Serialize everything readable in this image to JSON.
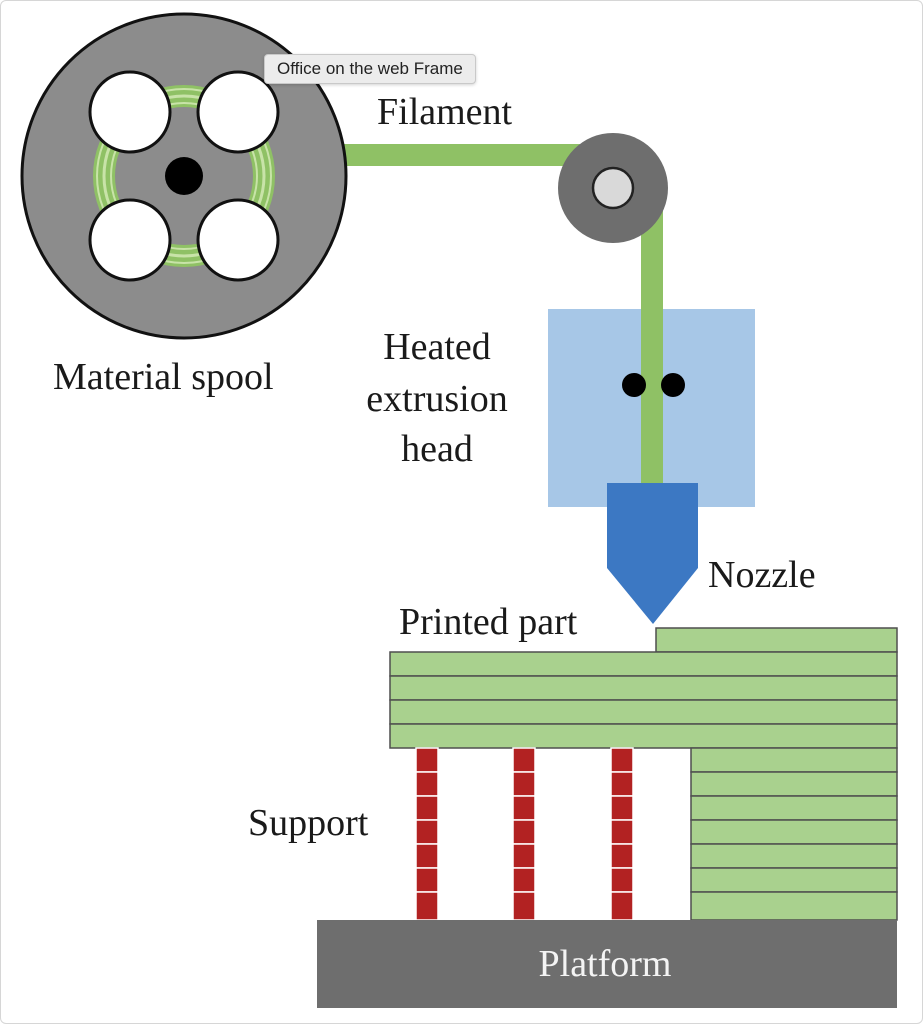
{
  "tooltip": {
    "text": "Office on the web Frame"
  },
  "labels": {
    "filament": "Filament",
    "material_spool": "Material spool",
    "heated_line1": "Heated",
    "heated_line2": "extrusion",
    "heated_line3": "head",
    "nozzle": "Nozzle",
    "printed_part": "Printed part",
    "support": "Support",
    "platform": "Platform"
  },
  "colors": {
    "spool": "#8c8c8c",
    "filament": "#8fc165",
    "filament_light": "#c8e3a8",
    "printed_part": "#a9d18e",
    "extrusion_head": "#a7c7e7",
    "nozzle": "#3c78c3",
    "support": "#b22222",
    "platform": "#6e6e6e",
    "pulley": "#6e6e6e"
  }
}
